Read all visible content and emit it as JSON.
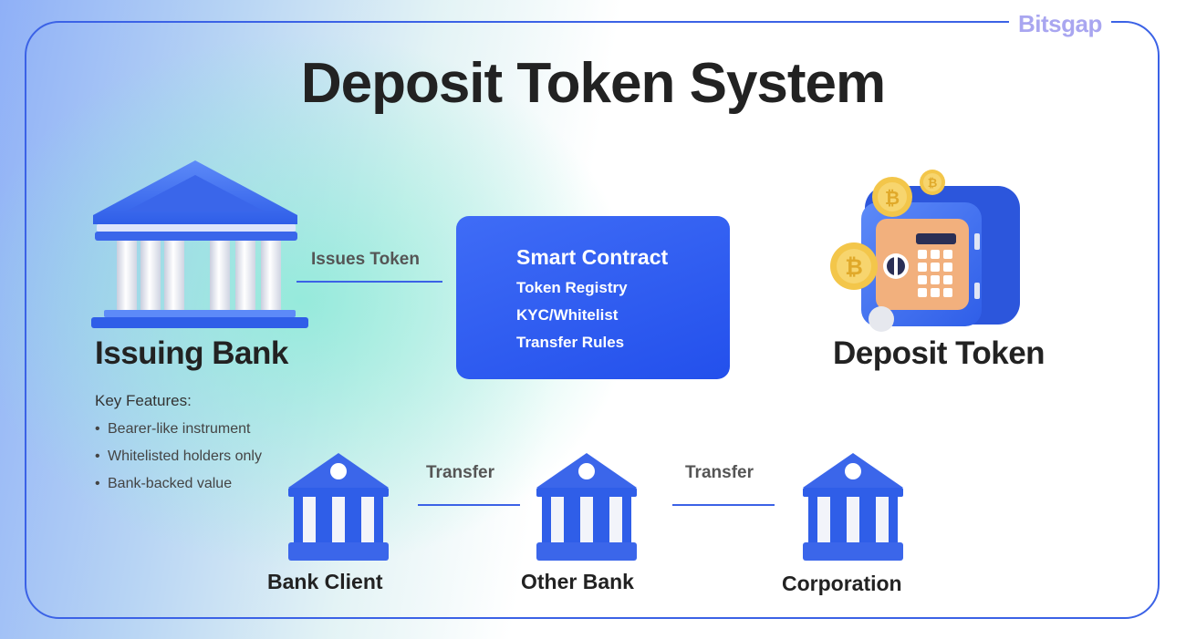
{
  "brand": "Bitsgap",
  "title": "Deposit Token System",
  "issuing_bank": {
    "label": "Issuing Bank",
    "features_heading": "Key Features:",
    "features": [
      "Bearer-like instrument",
      "Whitelisted holders only",
      "Bank-backed value"
    ]
  },
  "edges": {
    "issues": "Issues Token",
    "transfer_1": "Transfer",
    "transfer_2": "Transfer"
  },
  "smart_contract": {
    "title": "Smart Contract",
    "items": [
      "Token Registry",
      "KYC/Whitelist",
      "Transfer Rules"
    ]
  },
  "deposit_token": {
    "label": "Deposit Token"
  },
  "nodes": [
    "Bank Client",
    "Other Bank",
    "Corporation"
  ],
  "colors": {
    "accent": "#3b62e6",
    "brand": "#a9a6f0",
    "coin": "#f3c64a"
  },
  "icons": {
    "issuing_bank": "bank-building-icon",
    "deposit_token": "safe-with-bitcoins-icon",
    "nodes": [
      "bank-icon",
      "bank-icon",
      "bank-icon"
    ]
  }
}
